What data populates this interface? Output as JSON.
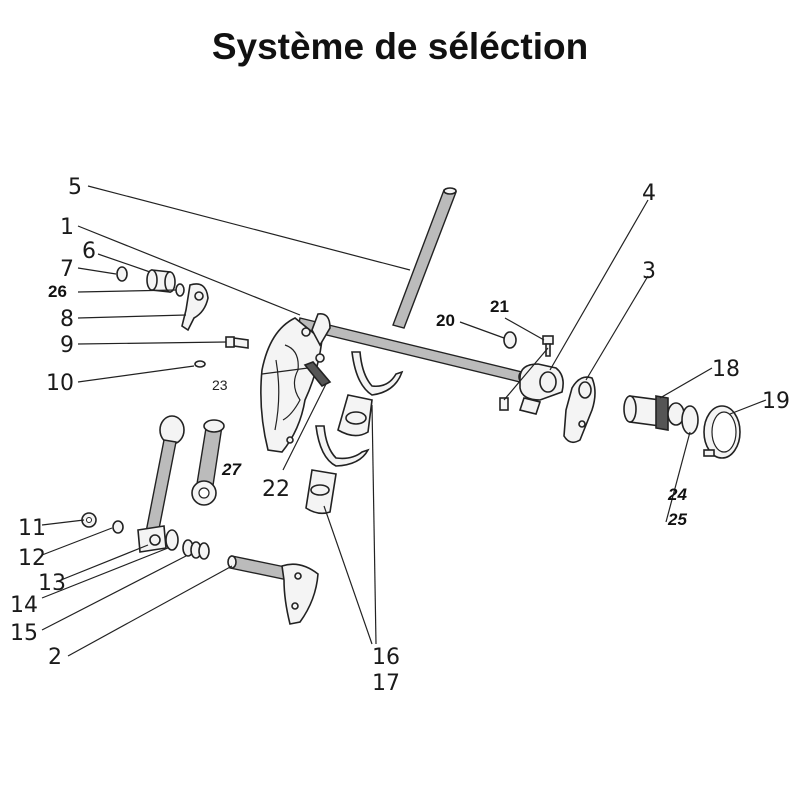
{
  "title": "Système de séléction",
  "labels": {
    "l1": "1",
    "l2": "2",
    "l3": "3",
    "l4": "4",
    "l5": "5",
    "l6": "6",
    "l7": "7",
    "l8": "8",
    "l9": "9",
    "l10": "10",
    "l11": "11",
    "l12": "12",
    "l13": "13",
    "l14": "14",
    "l15": "15",
    "l16": "16",
    "l17": "17",
    "l18": "18",
    "l19": "19",
    "l20": "20",
    "l21": "21",
    "l22": "22",
    "l23": "23",
    "l24": "24",
    "l25": "25",
    "l26": "26",
    "l27": "27"
  }
}
